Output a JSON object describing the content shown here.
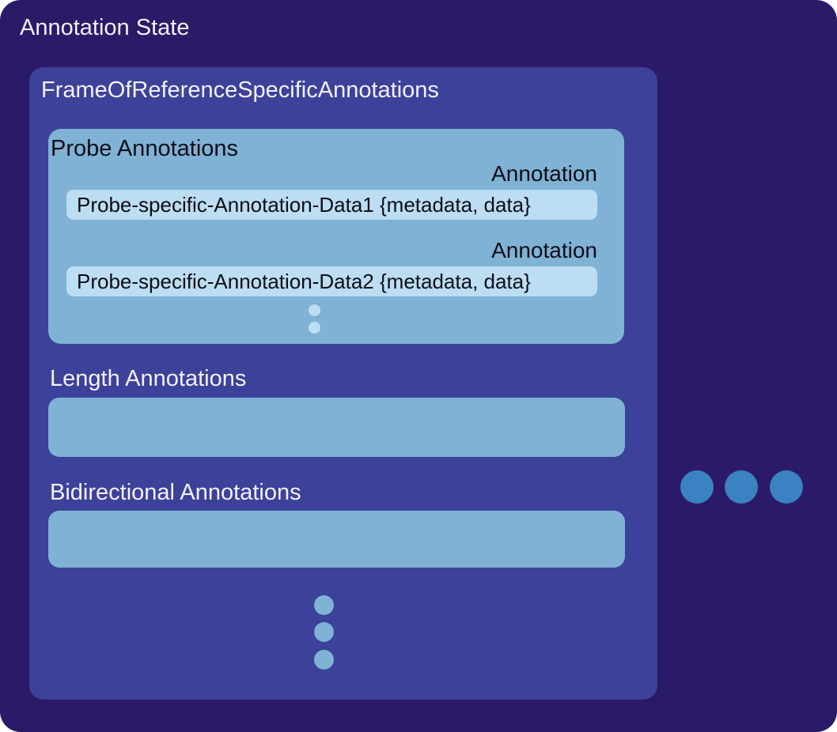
{
  "colors": {
    "outer_bg": "#2b1a67",
    "frame_bg": "#3c4199",
    "section_bg": "#7fb2d4",
    "item_bg": "#bcddf2",
    "accent_dot": "#3a82c2",
    "heading_text": "#f3f1fb",
    "dark_text": "#0d0d18"
  },
  "root": {
    "title": "Annotation State"
  },
  "frame": {
    "title": "FrameOfReferenceSpecificAnnotations"
  },
  "probe": {
    "title": "Probe Annotations",
    "items": [
      {
        "label": "Annotation",
        "value": "Probe-specific-Annotation-Data1 {metadata, data}"
      },
      {
        "label": "Annotation",
        "value": "Probe-specific-Annotation-Data2 {metadata, data}"
      }
    ]
  },
  "sections": {
    "length": {
      "title": "Length Annotations"
    },
    "bidirectional": {
      "title": "Bidirectional Annotations"
    }
  }
}
